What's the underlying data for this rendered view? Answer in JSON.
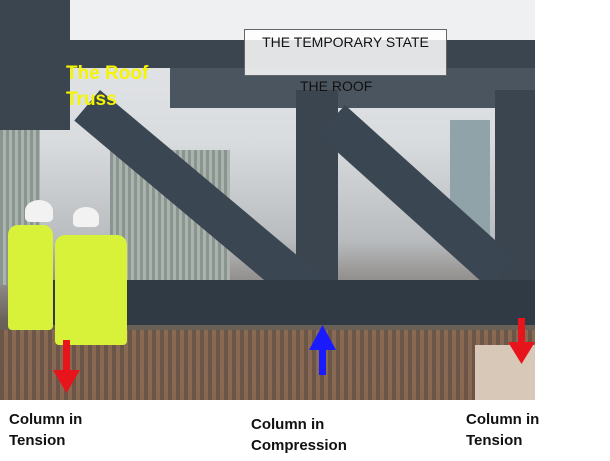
{
  "photo": {
    "title_box": "THE TEMPORARY STATE",
    "subtitle": "THE ROOF",
    "truss_label_line1": "The Roof",
    "truss_label_line2": "Truss",
    "arrow_colors": {
      "tension": "#e8141c",
      "compression": "#1a1aff"
    }
  },
  "captions": {
    "left": {
      "line1": "Column in",
      "line2": "Tension"
    },
    "center": {
      "line1": "Column in",
      "line2": "Compression"
    },
    "right": {
      "line1": "Column in",
      "line2": "Tension"
    }
  }
}
